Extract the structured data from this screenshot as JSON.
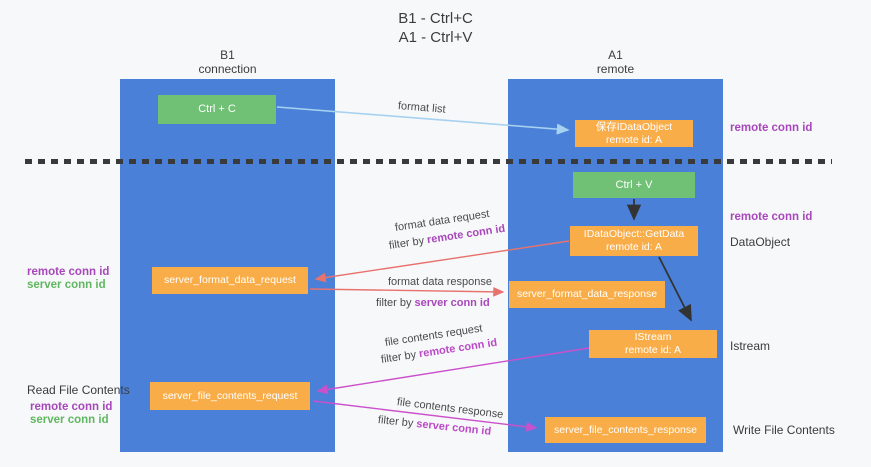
{
  "title": {
    "line1": "B1 - Ctrl+C",
    "line2": "A1 - Ctrl+V"
  },
  "columns": {
    "left": {
      "line1": "B1",
      "line2": "connection"
    },
    "right": {
      "line1": "A1",
      "line2": "remote"
    }
  },
  "nodes": {
    "ctrl_c": {
      "label": "Ctrl + C"
    },
    "ctrl_v": {
      "label": "Ctrl + V"
    },
    "save_idataobject": {
      "line1": "保存IDataObject",
      "line2": "remote id: A"
    },
    "idataobject_getdata": {
      "line1": "IDataObject::GetData",
      "line2": "remote id: A"
    },
    "istream": {
      "line1": "IStream",
      "line2": "remote id: A"
    },
    "server_format_data_request": {
      "label": "server_format_data_request"
    },
    "server_format_data_response": {
      "label": "server_format_data_response"
    },
    "server_file_contents_request": {
      "label": "server_file_contents_request"
    },
    "server_file_contents_response": {
      "label": "server_file_contents_response"
    }
  },
  "edge_labels": {
    "format_list": "format list",
    "format_data_request": "format data request",
    "format_data_response": "format data response",
    "file_contents_request": "file contents request",
    "file_contents_response": "file contents response",
    "filter_by": "filter by "
  },
  "annotations": {
    "remote_conn_id": "remote conn id",
    "server_conn_id": "server conn id",
    "dataobject": "DataObject",
    "istream": "Istream",
    "read_file_contents": "Read File Contents",
    "write_file_contents": "Write File Contents"
  },
  "colors": {
    "column_blue": "#4b80d8",
    "node_orange": "#f9ad49",
    "node_green": "#70c175",
    "remote_conn_purple": "#a847bb",
    "server_conn_green": "#61b761",
    "arrow_red": "#e8736e",
    "arrow_magenta": "#cb50cb",
    "arrow_light_blue": "#a6d2f0",
    "arrow_black": "#333333"
  }
}
